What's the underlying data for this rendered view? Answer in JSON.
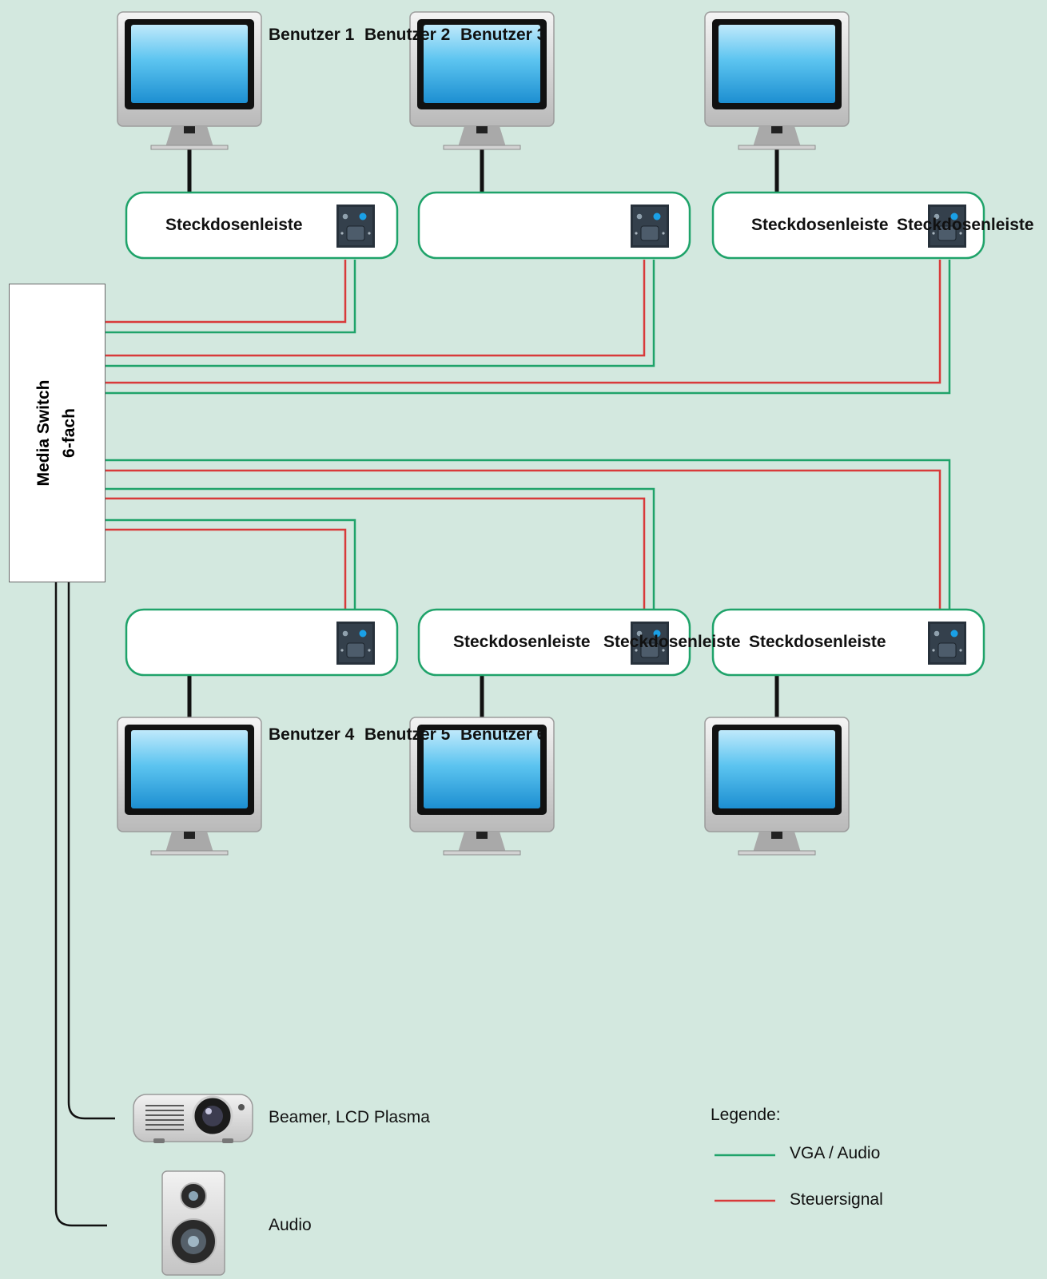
{
  "colors": {
    "background": "#d3e8df",
    "vga_audio": "#1fa36a",
    "steuersignal": "#d83a3a",
    "cable_black": "#111111"
  },
  "switch": {
    "line1": "Media Switch",
    "line2": "6-fach"
  },
  "top_users": [
    "Benutzer 1",
    "Benutzer 2",
    "Benutzer 3"
  ],
  "bottom_users": [
    "Benutzer 4",
    "Benutzer 5",
    "Benutzer 6"
  ],
  "top_strips": [
    "Steckdosenleiste",
    "",
    "Steckdosenleiste",
    "Steckdosenleiste"
  ],
  "bottom_strips": [
    "Steckdosenleiste",
    "Steckdosenleiste",
    "Steckdosenleiste"
  ],
  "devices": {
    "beamer": "Beamer, LCD Plasma",
    "audio": "Audio"
  },
  "legend": {
    "title": "Legende:",
    "items": [
      {
        "label": "VGA / Audio",
        "color": "#1fa36a"
      },
      {
        "label": "Steuersignal",
        "color": "#d83a3a"
      }
    ]
  },
  "icons": [
    "monitor-icon",
    "wall-socket-icon",
    "projector-icon",
    "speaker-icon"
  ]
}
